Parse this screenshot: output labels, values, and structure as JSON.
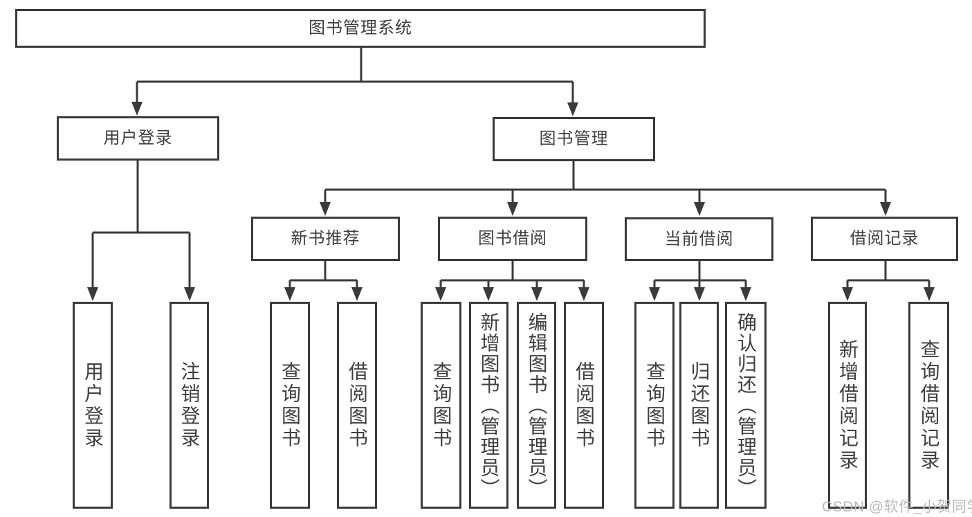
{
  "diagram": {
    "root": {
      "label": "图书管理系统"
    },
    "branches": [
      {
        "label": "用户登录",
        "children": [
          {
            "label": "用户登录"
          },
          {
            "label": "注销登录"
          }
        ]
      },
      {
        "label": "图书管理",
        "children": [
          {
            "label": "新书推荐",
            "children": [
              {
                "label": "查询图书"
              },
              {
                "label": "借阅图书"
              }
            ]
          },
          {
            "label": "图书借阅",
            "children": [
              {
                "label": "查询图书"
              },
              {
                "label": "新增图书（管理员）"
              },
              {
                "label": "编辑图书（管理员）"
              },
              {
                "label": "借阅图书"
              }
            ]
          },
          {
            "label": "当前借阅",
            "children": [
              {
                "label": "查询图书"
              },
              {
                "label": "归还图书"
              },
              {
                "label": "确认归还（管理员）"
              }
            ]
          },
          {
            "label": "借阅记录",
            "children": [
              {
                "label": "新增借阅记录"
              },
              {
                "label": "查询借阅记录"
              }
            ]
          }
        ]
      }
    ]
  },
  "watermark": {
    "text": "CSDN @软件_小贺同学"
  },
  "colors": {
    "line": "#3a3a3a",
    "text": "#3f3f3f",
    "watermark": "#b9b9b9",
    "background": "#ffffff"
  }
}
